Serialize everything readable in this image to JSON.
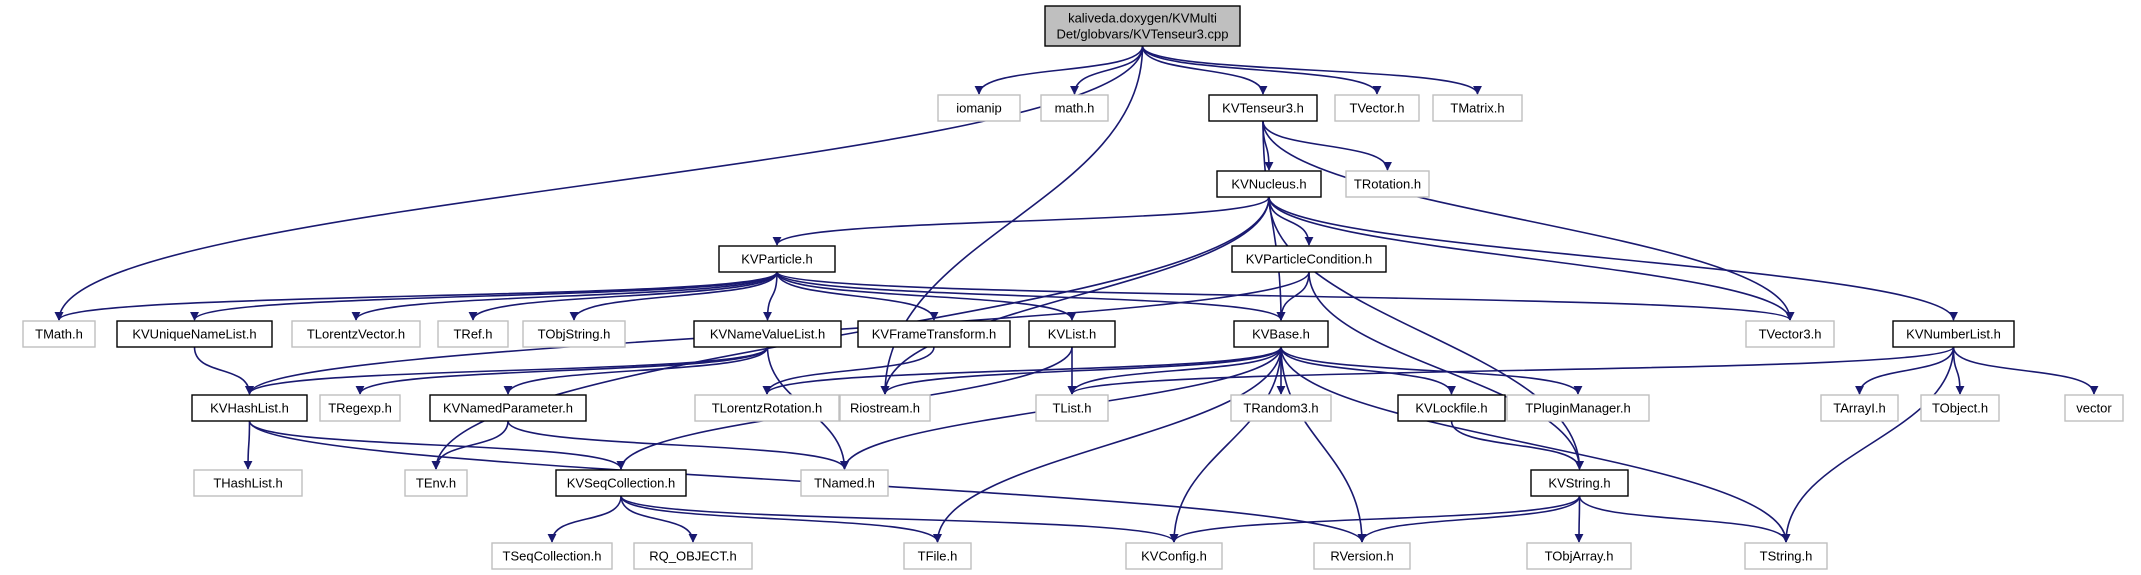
{
  "diagram": {
    "colors": {
      "edge": "#191970",
      "root_fill": "#bfbfbf",
      "internal_border": "#000000",
      "external_border": "#bfbfbf",
      "background": "#ffffff"
    },
    "nodes": [
      {
        "id": "root",
        "lines": [
          "kaliveda.doxygen/KVMulti",
          "Det/globvars/KVTenseur3.cpp"
        ],
        "kind": "root"
      },
      {
        "id": "iomanip",
        "lines": [
          "iomanip"
        ],
        "kind": "external"
      },
      {
        "id": "math",
        "lines": [
          "math.h"
        ],
        "kind": "external"
      },
      {
        "id": "kvtenseur3",
        "lines": [
          "KVTenseur3.h"
        ],
        "kind": "internal"
      },
      {
        "id": "tvector",
        "lines": [
          "TVector.h"
        ],
        "kind": "external"
      },
      {
        "id": "tmatrix",
        "lines": [
          "TMatrix.h"
        ],
        "kind": "external"
      },
      {
        "id": "kvnucleus",
        "lines": [
          "KVNucleus.h"
        ],
        "kind": "internal"
      },
      {
        "id": "trotation",
        "lines": [
          "TRotation.h"
        ],
        "kind": "external"
      },
      {
        "id": "kvparticle",
        "lines": [
          "KVParticle.h"
        ],
        "kind": "internal"
      },
      {
        "id": "kvparticlecondition",
        "lines": [
          "KVParticleCondition.h"
        ],
        "kind": "internal"
      },
      {
        "id": "tmath",
        "lines": [
          "TMath.h"
        ],
        "kind": "external"
      },
      {
        "id": "kvuniquenamelist",
        "lines": [
          "KVUniqueNameList.h"
        ],
        "kind": "internal"
      },
      {
        "id": "tlorentzvector",
        "lines": [
          "TLorentzVector.h"
        ],
        "kind": "external"
      },
      {
        "id": "tref",
        "lines": [
          "TRef.h"
        ],
        "kind": "external"
      },
      {
        "id": "tobjstring",
        "lines": [
          "TObjString.h"
        ],
        "kind": "external"
      },
      {
        "id": "kvnamevaluelist",
        "lines": [
          "KVNameValueList.h"
        ],
        "kind": "internal"
      },
      {
        "id": "kvframetransform",
        "lines": [
          "KVFrameTransform.h"
        ],
        "kind": "internal"
      },
      {
        "id": "kvlist",
        "lines": [
          "KVList.h"
        ],
        "kind": "internal"
      },
      {
        "id": "kvbase",
        "lines": [
          "KVBase.h"
        ],
        "kind": "internal"
      },
      {
        "id": "tvector3",
        "lines": [
          "TVector3.h"
        ],
        "kind": "external"
      },
      {
        "id": "kvnumberlist",
        "lines": [
          "KVNumberList.h"
        ],
        "kind": "internal"
      },
      {
        "id": "kvhashlist",
        "lines": [
          "KVHashList.h"
        ],
        "kind": "internal"
      },
      {
        "id": "tregexp",
        "lines": [
          "TRegexp.h"
        ],
        "kind": "external"
      },
      {
        "id": "kvnamedparameter",
        "lines": [
          "KVNamedParameter.h"
        ],
        "kind": "internal"
      },
      {
        "id": "tlorentzrotation",
        "lines": [
          "TLorentzRotation.h"
        ],
        "kind": "external"
      },
      {
        "id": "riostream",
        "lines": [
          "Riostream.h"
        ],
        "kind": "external"
      },
      {
        "id": "tlist",
        "lines": [
          "TList.h"
        ],
        "kind": "external"
      },
      {
        "id": "trandom3",
        "lines": [
          "TRandom3.h"
        ],
        "kind": "external"
      },
      {
        "id": "kvlockfile",
        "lines": [
          "KVLockfile.h"
        ],
        "kind": "internal"
      },
      {
        "id": "tpluginmanager",
        "lines": [
          "TPluginManager.h"
        ],
        "kind": "external"
      },
      {
        "id": "tarrayi",
        "lines": [
          "TArrayI.h"
        ],
        "kind": "external"
      },
      {
        "id": "tobject",
        "lines": [
          "TObject.h"
        ],
        "kind": "external"
      },
      {
        "id": "vector",
        "lines": [
          "vector"
        ],
        "kind": "external"
      },
      {
        "id": "thashlist",
        "lines": [
          "THashList.h"
        ],
        "kind": "external"
      },
      {
        "id": "tenv",
        "lines": [
          "TEnv.h"
        ],
        "kind": "external"
      },
      {
        "id": "kvseqcollection",
        "lines": [
          "KVSeqCollection.h"
        ],
        "kind": "internal"
      },
      {
        "id": "tnamed",
        "lines": [
          "TNamed.h"
        ],
        "kind": "external"
      },
      {
        "id": "kvstring",
        "lines": [
          "KVString.h"
        ],
        "kind": "internal"
      },
      {
        "id": "tseqcollection",
        "lines": [
          "TSeqCollection.h"
        ],
        "kind": "external"
      },
      {
        "id": "rq_object",
        "lines": [
          "RQ_OBJECT.h"
        ],
        "kind": "external"
      },
      {
        "id": "tfile",
        "lines": [
          "TFile.h"
        ],
        "kind": "external"
      },
      {
        "id": "kvconfig",
        "lines": [
          "KVConfig.h"
        ],
        "kind": "external"
      },
      {
        "id": "rversion",
        "lines": [
          "RVersion.h"
        ],
        "kind": "external"
      },
      {
        "id": "tobjarray",
        "lines": [
          "TObjArray.h"
        ],
        "kind": "external"
      },
      {
        "id": "tstring",
        "lines": [
          "TString.h"
        ],
        "kind": "external"
      }
    ],
    "edges": [
      [
        "root",
        "iomanip"
      ],
      [
        "root",
        "math"
      ],
      [
        "root",
        "kvtenseur3"
      ],
      [
        "root",
        "tvector"
      ],
      [
        "root",
        "tmatrix"
      ],
      [
        "root",
        "tmath"
      ],
      [
        "root",
        "riostream"
      ],
      [
        "kvtenseur3",
        "kvnucleus"
      ],
      [
        "kvtenseur3",
        "trotation"
      ],
      [
        "kvtenseur3",
        "tvector3"
      ],
      [
        "kvtenseur3",
        "kvbase"
      ],
      [
        "kvnucleus",
        "kvparticle"
      ],
      [
        "kvnucleus",
        "kvparticlecondition"
      ],
      [
        "kvnucleus",
        "tvector3"
      ],
      [
        "kvnucleus",
        "kvnumberlist"
      ],
      [
        "kvnucleus",
        "tenv"
      ],
      [
        "kvnucleus",
        "riostream"
      ],
      [
        "kvnucleus",
        "kvstring"
      ],
      [
        "kvparticle",
        "tmath"
      ],
      [
        "kvparticle",
        "kvuniquenamelist"
      ],
      [
        "kvparticle",
        "tlorentzvector"
      ],
      [
        "kvparticle",
        "tref"
      ],
      [
        "kvparticle",
        "tobjstring"
      ],
      [
        "kvparticle",
        "kvnamevaluelist"
      ],
      [
        "kvparticle",
        "kvframetransform"
      ],
      [
        "kvparticle",
        "kvlist"
      ],
      [
        "kvparticle",
        "kvbase"
      ],
      [
        "kvparticle",
        "tvector3"
      ],
      [
        "kvparticlecondition",
        "kvbase"
      ],
      [
        "kvparticlecondition",
        "kvhashlist"
      ],
      [
        "kvparticlecondition",
        "kvstring"
      ],
      [
        "kvuniquenamelist",
        "kvhashlist"
      ],
      [
        "kvnamevaluelist",
        "kvhashlist"
      ],
      [
        "kvnamevaluelist",
        "tregexp"
      ],
      [
        "kvnamevaluelist",
        "kvnamedparameter"
      ],
      [
        "kvnamevaluelist",
        "tnamed"
      ],
      [
        "kvframetransform",
        "tlorentzrotation"
      ],
      [
        "kvlist",
        "kvseqcollection"
      ],
      [
        "kvlist",
        "tlist"
      ],
      [
        "kvbase",
        "tlorentzrotation"
      ],
      [
        "kvbase",
        "riostream"
      ],
      [
        "kvbase",
        "tlist"
      ],
      [
        "kvbase",
        "trandom3"
      ],
      [
        "kvbase",
        "kvlockfile"
      ],
      [
        "kvbase",
        "tpluginmanager"
      ],
      [
        "kvbase",
        "tnamed"
      ],
      [
        "kvbase",
        "tfile"
      ],
      [
        "kvbase",
        "kvconfig"
      ],
      [
        "kvbase",
        "rversion"
      ],
      [
        "kvbase",
        "tstring"
      ],
      [
        "kvnumberlist",
        "tlist"
      ],
      [
        "kvnumberlist",
        "tarrayi"
      ],
      [
        "kvnumberlist",
        "tobject"
      ],
      [
        "kvnumberlist",
        "vector"
      ],
      [
        "kvnumberlist",
        "tstring"
      ],
      [
        "kvhashlist",
        "thashlist"
      ],
      [
        "kvhashlist",
        "kvseqcollection"
      ],
      [
        "kvhashlist",
        "rversion"
      ],
      [
        "kvnamedparameter",
        "tenv"
      ],
      [
        "kvnamedparameter",
        "tnamed"
      ],
      [
        "kvseqcollection",
        "tseqcollection"
      ],
      [
        "kvseqcollection",
        "rq_object"
      ],
      [
        "kvseqcollection",
        "tfile"
      ],
      [
        "kvseqcollection",
        "kvconfig"
      ],
      [
        "kvlockfile",
        "kvstring"
      ],
      [
        "kvstring",
        "kvconfig"
      ],
      [
        "kvstring",
        "rversion"
      ],
      [
        "kvstring",
        "tobjarray"
      ],
      [
        "kvstring",
        "tstring"
      ]
    ]
  }
}
